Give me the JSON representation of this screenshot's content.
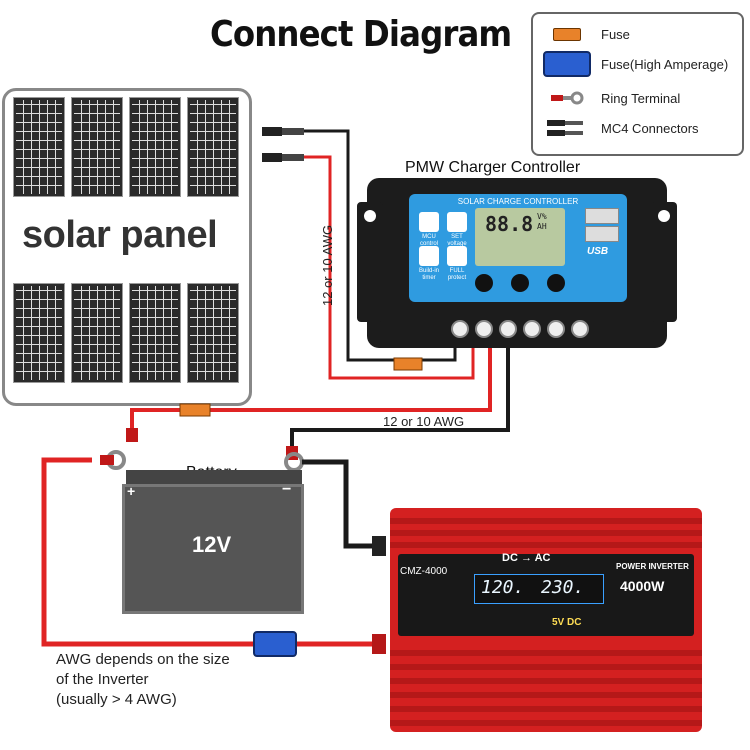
{
  "title": "Connect Diagram",
  "legend": {
    "items": [
      {
        "label": "Fuse",
        "icon": "fuse-icon"
      },
      {
        "label": "Fuse(High Amperage)",
        "icon": "high-amperage-fuse-icon"
      },
      {
        "label": "Ring Terminal",
        "icon": "ring-terminal-icon"
      },
      {
        "label": "MC4 Connectors",
        "icon": "mc4-connector-icon"
      }
    ]
  },
  "solar_panel": {
    "label": "solar panel"
  },
  "controller": {
    "title": "PMW Charger Controller",
    "face_header": "SOLAR CHARGE CONTROLLER",
    "lcd_value": "88.8",
    "lcd_units": "V%\nAH",
    "icons": [
      "MCU control",
      "SET voltage",
      "Build-in timer",
      "FULL protect"
    ],
    "usb_label": "USB"
  },
  "wire_labels": {
    "vertical": "12 or 10 AWG",
    "horizontal": "12 or 10 AWG"
  },
  "battery": {
    "label": "Battery",
    "voltage": "12V",
    "plus": "+",
    "minus": "−"
  },
  "inverter": {
    "flow": "DC → AC",
    "model": "CMZ-4000",
    "brand": "POWER INVERTER",
    "watts": "4000W",
    "input_v": "120.",
    "output_v": "230.",
    "usb_out": "5V DC"
  },
  "note": {
    "line1": "AWG depends on the size",
    "line2": "of the Inverter",
    "line3": "(usually  > 4 AWG)"
  },
  "colors": {
    "wire_red": "#e02424",
    "wire_black": "#1a1a1a",
    "fuse": "#e8822a",
    "high_fuse": "#2a5fd0",
    "inverter_red": "#d42020",
    "controller_blue": "#2f9be0"
  }
}
